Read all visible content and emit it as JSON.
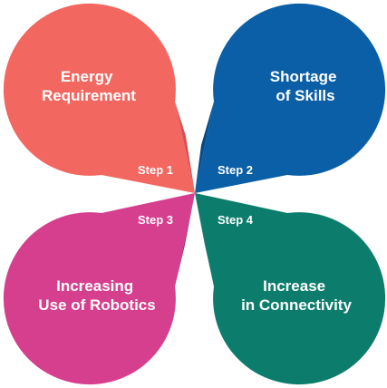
{
  "diagram": {
    "petals": [
      {
        "step": "Step 1",
        "title_line1": "Energy",
        "title_line2": "Requirement",
        "color": "#f2675f",
        "shade": "#d94f50"
      },
      {
        "step": "Step 2",
        "title_line1": "Shortage",
        "title_line2": "of Skills",
        "color": "#0a5fa6",
        "shade": "#084a86"
      },
      {
        "step": "Step 3",
        "title_line1": "Increasing",
        "title_line2": "Use of Robotics",
        "color": "#d63f8e",
        "shade": "#a8226c"
      },
      {
        "step": "Step 4",
        "title_line1": "Increase",
        "title_line2": "in Connectivity",
        "color": "#0c7d6c",
        "shade": "#086152"
      }
    ]
  }
}
